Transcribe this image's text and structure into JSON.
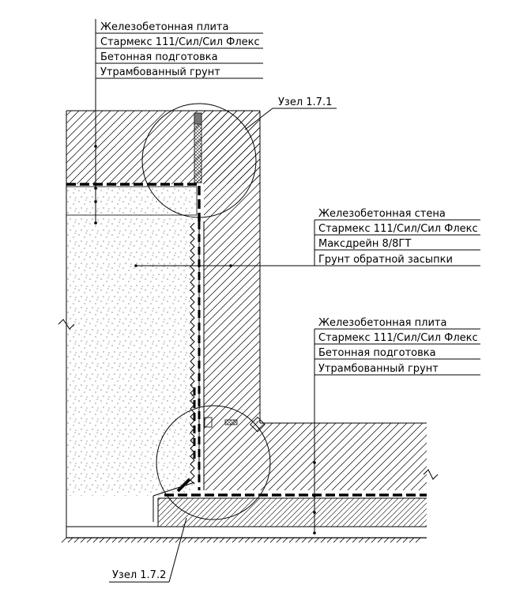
{
  "callouts": {
    "top_left": [
      "Железобетонная плита",
      "Стармекс 111/Сил/Сил Флекс",
      "Бетонная подготовка",
      "Утрамбованный грунт"
    ],
    "wall": [
      "Железобетонная стена",
      "Стармекс 111/Сил/Сил Флекс",
      "Максдрейн 8/8ГТ",
      "Грунт обратной засыпки"
    ],
    "bottom_slab": [
      "Железобетонная плита",
      "Стармекс 111/Сил/Сил Флекс",
      "Бетонная подготовка",
      "Утрамбованный грунт"
    ]
  },
  "nodes": {
    "top": "Узел 1.7.1",
    "bottom": "Узел 1.7.2"
  },
  "colors": {
    "ink": "#000000",
    "background": "#ffffff"
  }
}
